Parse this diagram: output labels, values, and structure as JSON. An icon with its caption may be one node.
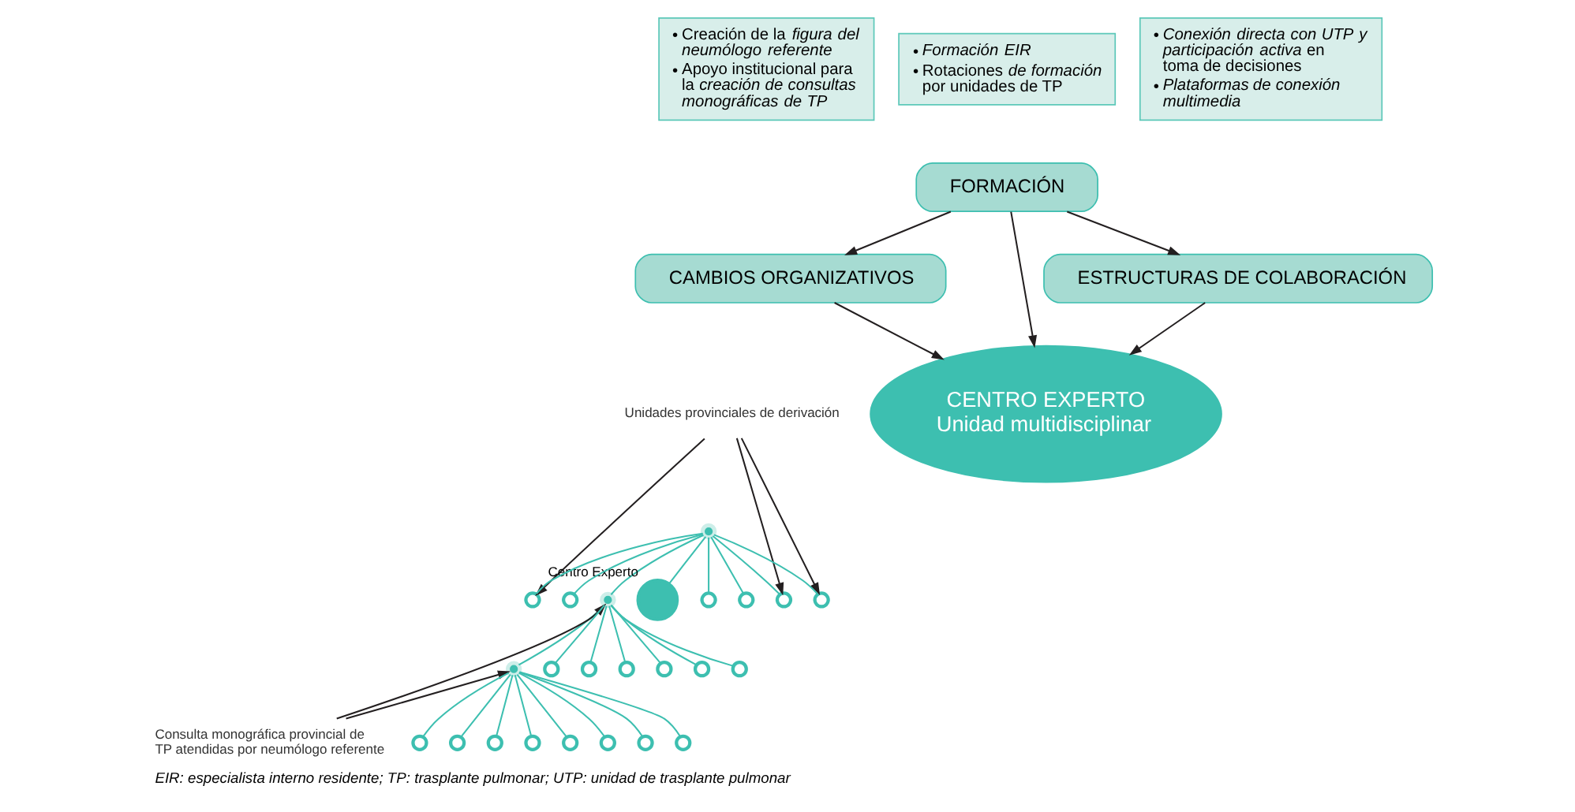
{
  "diagram": {
    "caption": "EIR: especialista interno residente; TP: trasplante pulmonar; UTP: unidad de trasplante pulmonar",
    "nodes": [
      {
        "text": [
          "• Creación de la *figura del neumólogo referente*",
          "• Apoyo institucional para la *creación de consultas monográficas de TP*"
        ]
      },
      {
        "text": [
          "• *Formación EIR*",
          "• Rotaciones *de formación* por unidades de TP"
        ]
      },
      {
        "text": [
          "• *Conexión directa con UTP y participación activa* en toma de decisiones",
          "• *Plataformas de conexión multimedia*"
        ]
      },
      {
        "text": [
          "FORMACIÓN"
        ]
      },
      {
        "text": [
          "CAMBIOS ORGANIZATIVOS"
        ]
      },
      {
        "text": [
          "ESTRUCTURAS DE COLABORACIÓN"
        ]
      },
      {
        "text": [
          "Unidades provinciales de derivación"
        ]
      },
      {
        "text": [
          "CENTRO EXPERTO",
          "Unidad multidisciplinar"
        ]
      },
      {
        "text": [],
        "shape": "circle"
      },
      {
        "text": [],
        "shape": "circle"
      },
      {
        "text": [],
        "shape": "circle"
      },
      {
        "text": [],
        "shape": "circle",
        "beside": [
          "Centro Experto"
        ]
      },
      {
        "text": [
          "Consulta monográfica provincial de TP atendidas por neumólogo referente"
        ]
      },
      {
        "text": [],
        "shape": "circle"
      },
      {
        "text": [],
        "shape": "circle"
      },
      {
        "text": [],
        "shape": "circle"
      },
      {
        "text": [],
        "shape": "circle"
      },
      {
        "text": [],
        "shape": "circle"
      },
      {
        "text": [],
        "shape": "circle"
      },
      {
        "text": [],
        "shape": "circle"
      },
      {
        "text": [],
        "shape": "circle"
      },
      {
        "text": [],
        "shape": "circle"
      },
      {
        "text": [],
        "shape": "circle"
      },
      {
        "text": [],
        "shape": "circle"
      },
      {
        "text": [],
        "shape": "circle"
      },
      {
        "text": [],
        "shape": "circle"
      },
      {
        "text": [],
        "shape": "circle"
      },
      {
        "text": [],
        "shape": "circle"
      },
      {
        "text": [],
        "shape": "circle"
      },
      {
        "text": [],
        "shape": "circle"
      },
      {
        "text": [],
        "shape": "circle"
      },
      {
        "text": [],
        "shape": "circle"
      },
      {
        "text": [],
        "shape": "circle"
      }
    ],
    "edges": [
      {
        "from": 3,
        "to": 4,
        "arrow": "to",
        "color": "#231f20"
      },
      {
        "from": 3,
        "to": 5,
        "arrow": "to",
        "color": "#231f20"
      },
      {
        "from": 3,
        "to": 7,
        "arrow": "to",
        "color": "#231f20"
      },
      {
        "from": 4,
        "to": 7,
        "arrow": "to",
        "color": "#231f20"
      },
      {
        "from": 5,
        "to": 7,
        "arrow": "to",
        "color": "#231f20"
      },
      {
        "from": 6,
        "to": 13,
        "arrow": "to",
        "color": "#231f20"
      },
      {
        "from": 6,
        "to": 15,
        "arrow": "to",
        "color": "#231f20"
      },
      {
        "from": 6,
        "to": 17,
        "arrow": "to",
        "color": "#231f20"
      },
      {
        "from": 12,
        "to": 9,
        "arrow": "to",
        "color": "#231f20"
      },
      {
        "from": 12,
        "to": 10,
        "arrow": "to",
        "color": "#231f20"
      },
      {
        "from": 8,
        "to": 11,
        "arrow": "none"
      },
      {
        "from": 8,
        "to": 9,
        "arrow": "none"
      },
      {
        "from": 9,
        "to": 10,
        "arrow": "none"
      },
      {
        "from": 8,
        "to": 13,
        "arrow": "none"
      },
      {
        "from": 8,
        "to": 14,
        "arrow": "none"
      },
      {
        "from": 8,
        "to": 15,
        "arrow": "none"
      },
      {
        "from": 8,
        "to": 16,
        "arrow": "none"
      },
      {
        "from": 8,
        "to": 17,
        "arrow": "none"
      },
      {
        "from": 8,
        "to": 18,
        "arrow": "none"
      },
      {
        "from": 9,
        "to": 19,
        "arrow": "none"
      },
      {
        "from": 9,
        "to": 20,
        "arrow": "none"
      },
      {
        "from": 9,
        "to": 21,
        "arrow": "none"
      },
      {
        "from": 9,
        "to": 22,
        "arrow": "none"
      },
      {
        "from": 9,
        "to": 23,
        "arrow": "none"
      },
      {
        "from": 9,
        "to": 24,
        "arrow": "none"
      },
      {
        "from": 10,
        "to": 25,
        "arrow": "none"
      },
      {
        "from": 10,
        "to": 26,
        "arrow": "none"
      },
      {
        "from": 10,
        "to": 27,
        "arrow": "none"
      },
      {
        "from": 10,
        "to": 28,
        "arrow": "none"
      },
      {
        "from": 10,
        "to": 29,
        "arrow": "none"
      },
      {
        "from": 10,
        "to": 30,
        "arrow": "none"
      },
      {
        "from": 10,
        "to": 31,
        "arrow": "none"
      },
      {
        "from": 10,
        "to": 32,
        "arrow": "none"
      }
    ]
  }
}
